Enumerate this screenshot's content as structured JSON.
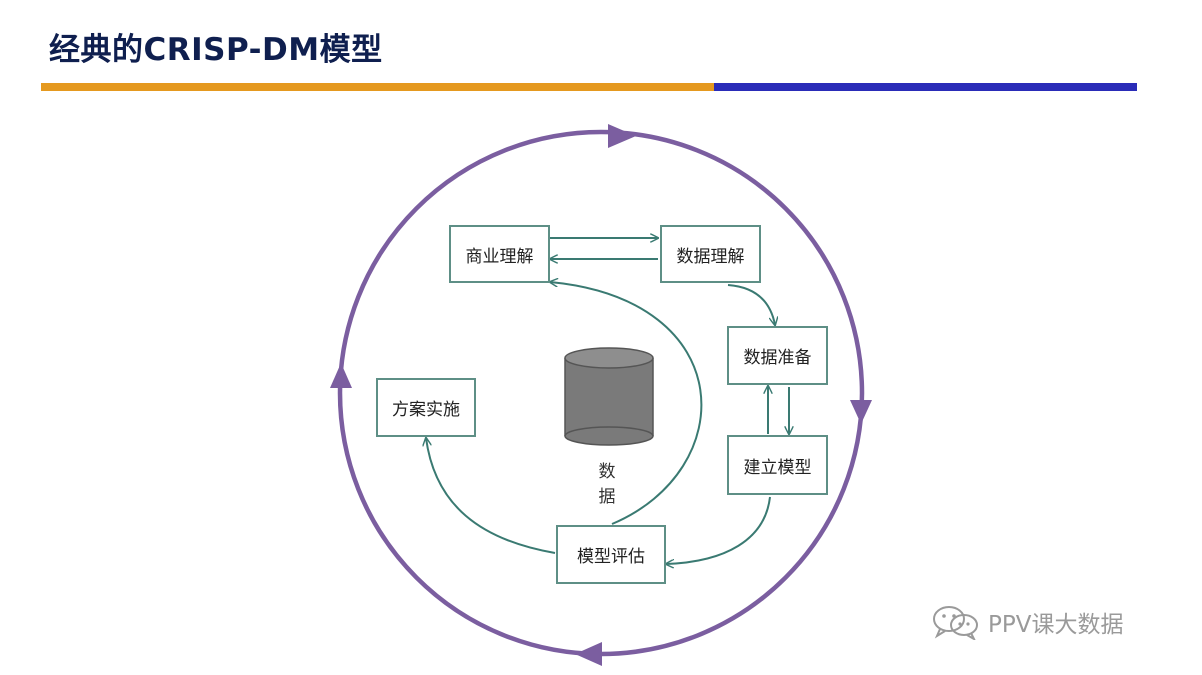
{
  "title": "经典的CRISP-DM模型",
  "colors": {
    "title": "#0f1f4f",
    "bar_left": "#e5991f",
    "bar_right": "#2a2cb8",
    "cycle": "#7b5ea0",
    "flow": "#3a7a72"
  },
  "diagram": {
    "phases": {
      "business": "商业理解",
      "data_understanding": "数据理解",
      "data_preparation": "数据准备",
      "modeling": "建立模型",
      "evaluation": "模型评估",
      "deployment": "方案实施"
    },
    "center": "数 据"
  },
  "watermark": {
    "icon": "wechat-icon",
    "text": "PPV课大数据"
  }
}
